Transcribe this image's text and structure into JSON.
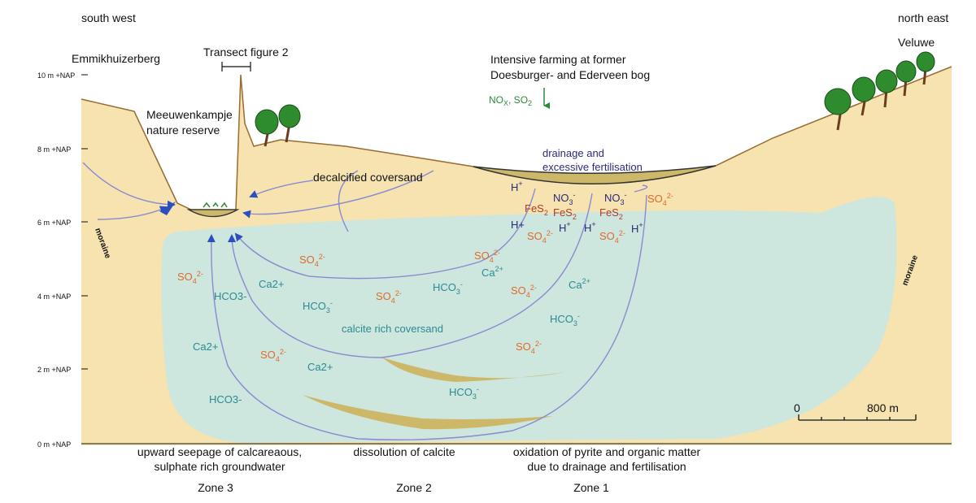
{
  "orientation": {
    "left": "south west",
    "right": "north east"
  },
  "places": {
    "left_hill": "Emmikhuizerberg",
    "right_hill": "Veluwe",
    "transect": "Transect figure 2",
    "reserve": "Meeuwenkampje\nnature reserve",
    "farming": "Intensive farming at former\nDoesburger- and Ederveen bog",
    "emission": "NOx, SO2",
    "drainage": "drainage and\nexcessive fertilisation",
    "decalcified": "decalcified coversand",
    "calcite_rich": "calcite rich coversand",
    "moraine": "moraine"
  },
  "y_axis_ticks": [
    "10 m +NAP",
    "8 m +NAP",
    "6 m +NAP",
    "4 m +NAP",
    "2 m +NAP",
    "0 m +NAP"
  ],
  "scale_bar": {
    "start": "0",
    "end": "800 m"
  },
  "processes": {
    "zone3": "upward seepage of calcareaous,\nsulphate rich groundwater",
    "zone2": "dissolution of calcite",
    "zone1": "oxidation of pyrite and organic matter\ndue to drainage and fertilisation"
  },
  "zones": [
    "Zone 3",
    "Zone 2",
    "Zone 1"
  ],
  "ions": {
    "so4": "SO4",
    "so4_charge": "2-",
    "hco3": "HCO3",
    "hco3_charge": "-",
    "hco3_plain": "HCO3-",
    "ca_plain": "Ca2+",
    "ca": "Ca",
    "ca_charge": "2+",
    "h": "H",
    "h_charge": "+",
    "h_plain": "H+",
    "no3": "NO3",
    "no3_charge": "-",
    "fes2": "FeS2"
  },
  "colors": {
    "sand": "#f6e3b0",
    "ground_line": "#9a6a30",
    "groundwater": "#c6e6e6",
    "lens": "#cdb86a",
    "flow_line": "#8a8ad0",
    "arrow": "#2b4fbf",
    "tree": "#2e8b2e",
    "teal_text": "#2c8a93",
    "orange_text": "#e06a2a",
    "navy_text": "#2a2a7a",
    "red_text": "#b23a2a",
    "green_text": "#2a8a3a"
  }
}
